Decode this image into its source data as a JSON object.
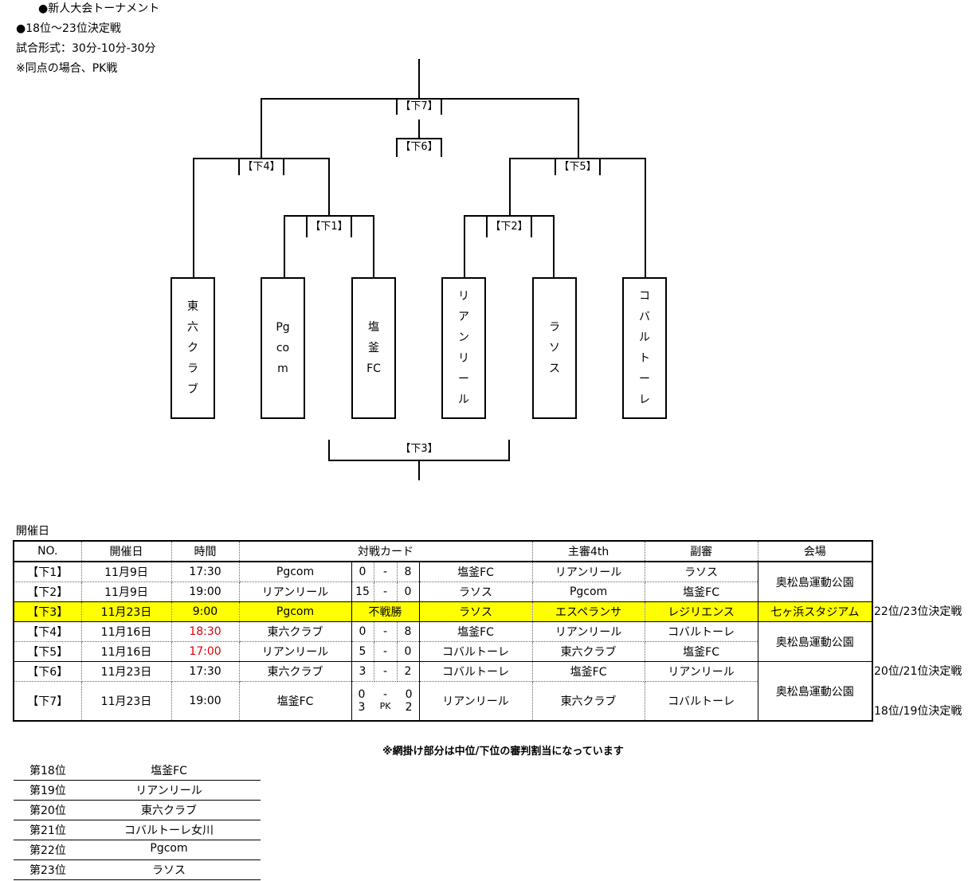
{
  "header": {
    "title": "●新人大会トーナメント",
    "subtitle": "●18位～23位決定戦",
    "format": "試合形式：30分-10分-30分",
    "note": "※同点の場合、PK戦"
  },
  "bracket": {
    "matches": {
      "m7": "【下7】",
      "m6": "【下6】",
      "m4": "【下4】",
      "m5": "【下5】",
      "m1": "【下1】",
      "m2": "【下2】",
      "m3": "【下3】"
    },
    "teams": [
      "東六クラブ",
      "Pgcom",
      "塩釜FC",
      "リアンリール",
      "ラソス",
      "コバルトーレ"
    ]
  },
  "schedule_label": "開催日",
  "table": {
    "headers": {
      "no": "NO.",
      "date": "開催日",
      "time": "時間",
      "card": "対戦カード",
      "referee": "主審4th",
      "assistant": "副審",
      "venue": "会場"
    },
    "rows": [
      {
        "no": "【下1】",
        "date": "11月9日",
        "time": "17:30",
        "home": "Pgcom",
        "hs": "0",
        "sep": "-",
        "as": "8",
        "away": "塩釜FC",
        "ref": "リアンリール",
        "asst": "ラソス"
      },
      {
        "no": "【下2】",
        "date": "11月9日",
        "time": "19:00",
        "home": "リアンリール",
        "hs": "15",
        "sep": "-",
        "as": "0",
        "away": "ラソス",
        "ref": "Pgcom",
        "asst": "塩釜FC"
      },
      {
        "no": "【下3】",
        "date": "11月23日",
        "time": "9:00",
        "home": "Pgcom",
        "result": "不戦勝",
        "away": "ラソス",
        "ref": "エスペランサ",
        "asst": "レジリエンス",
        "venue": "七ヶ浜スタジアム"
      },
      {
        "no": "【下4】",
        "date": "11月16日",
        "time": "18:30",
        "home": "東六クラブ",
        "hs": "0",
        "sep": "-",
        "as": "8",
        "away": "塩釜FC",
        "ref": "リアンリール",
        "asst": "コバルトーレ"
      },
      {
        "no": "【下5】",
        "date": "11月16日",
        "time": "17:00",
        "home": "リアンリール",
        "hs": "5",
        "sep": "-",
        "as": "0",
        "away": "コバルトーレ",
        "ref": "東六クラブ",
        "asst": "塩釜FC"
      },
      {
        "no": "【下6】",
        "date": "11月23日",
        "time": "17:30",
        "home": "東六クラブ",
        "hs": "3",
        "sep": "-",
        "as": "2",
        "away": "コバルトーレ",
        "ref": "塩釜FC",
        "asst": "リアンリール"
      },
      {
        "no": "【下7】",
        "date": "11月23日",
        "time": "19:00",
        "home": "塩釜FC",
        "hs": "0",
        "sep": "-",
        "as": "0",
        "pk_home": "3",
        "pk_label": "PK",
        "pk_away": "2",
        "away": "リアンリール",
        "ref": "東六クラブ",
        "asst": "コバルトーレ"
      }
    ],
    "venues": {
      "v12": "奥松島運動公園",
      "v45": "奥松島運動公園",
      "v67": "奥松島運動公園"
    }
  },
  "side_labels": {
    "r3": "22位/23位決定戦",
    "r6": "20位/21位決定戦",
    "r7": "18位/19位決定戦"
  },
  "shading_note": "※網掛け部分は中位/下位の審判割当になっています",
  "ranking": [
    {
      "pos": "第18位",
      "team": "塩釜FC"
    },
    {
      "pos": "第19位",
      "team": "リアンリール"
    },
    {
      "pos": "第20位",
      "team": "東六クラブ"
    },
    {
      "pos": "第21位",
      "team": "コバルトーレ女川"
    },
    {
      "pos": "第22位",
      "team": "Pgcom"
    },
    {
      "pos": "第23位",
      "team": "ラソス"
    }
  ],
  "colors": {
    "highlight": "#ffff00",
    "late_time": "#e00000"
  }
}
